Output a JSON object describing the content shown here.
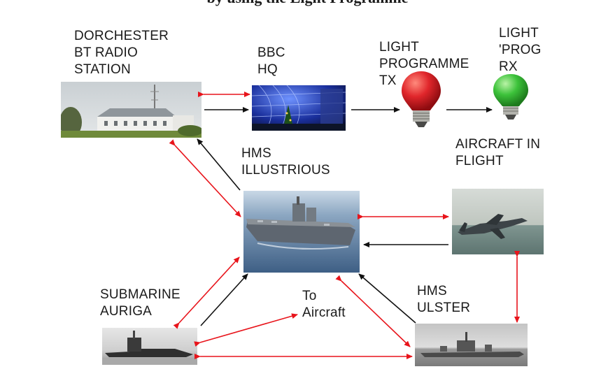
{
  "title_partial": "by using the Light Programme",
  "labels": {
    "dorchester": "DORCHESTER\nBT RADIO\nSTATION",
    "bbc": "BBC\nHQ",
    "light_tx": "LIGHT\nPROGRAMME\nTX",
    "light_rx": "LIGHT\n'PROG\nRX",
    "aircraft": "AIRCRAFT IN\nFLIGHT",
    "illustrious": "HMS\nILLUSTRIOUS",
    "submarine": "SUBMARINE\nAURIGA",
    "to_aircraft": "To\nAircraft",
    "ulster": "HMS\nULSTER"
  },
  "colors": {
    "red_arrow": "#e8141b",
    "black_arrow": "#111111",
    "bulb_red": "#e0262b",
    "bulb_green": "#3cc23a"
  }
}
